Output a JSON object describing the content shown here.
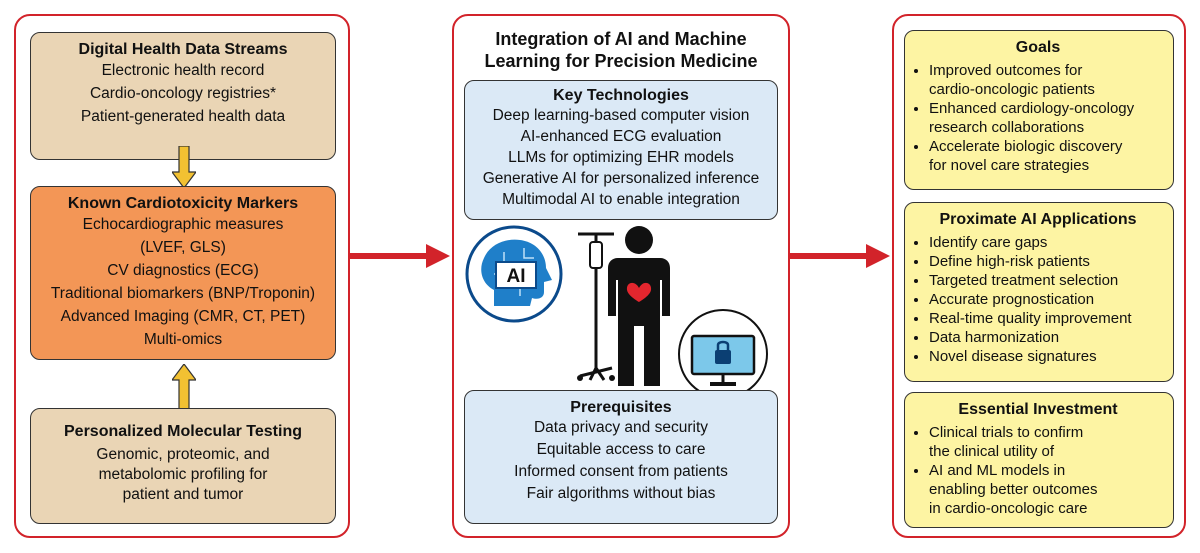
{
  "left": {
    "data_streams": {
      "title": "Digital Health Data Streams",
      "items": [
        "Electronic health record",
        "Cardio-oncology registries*",
        "Patient-generated health data"
      ]
    },
    "markers": {
      "title": "Known Cardiotoxicity Markers",
      "items": [
        "Echocardiographic measures",
        "(LVEF, GLS)",
        "CV diagnostics (ECG)",
        "Traditional biomarkers (BNP/Troponin)",
        "Advanced Imaging (CMR, CT, PET)",
        "Multi-omics"
      ]
    },
    "molecular": {
      "title": "Personalized Molecular Testing",
      "items": [
        "Genomic, proteomic, and",
        "metabolomic profiling for",
        "patient and tumor"
      ]
    }
  },
  "center": {
    "title_line1": "Integration of AI and Machine",
    "title_line2": "Learning for Precision Medicine",
    "technologies": {
      "title": "Key Technologies",
      "items": [
        "Deep learning-based computer vision",
        "AI-enhanced ECG evaluation",
        "LLMs for optimizing EHR models",
        "Generative AI for personalized inference",
        "Multimodal AI to enable integration"
      ]
    },
    "ai_badge": "AI",
    "prerequisites": {
      "title": "Prerequisites",
      "items": [
        "Data privacy and security",
        "Equitable access to care",
        "Informed consent from patients",
        "Fair algorithms without bias"
      ]
    }
  },
  "right": {
    "goals": {
      "title": "Goals",
      "items": [
        {
          "text": "Improved outcomes for",
          "bullet": true
        },
        {
          "text": "cardio-oncologic patients",
          "bullet": false
        },
        {
          "text": "Enhanced cardiology-oncology",
          "bullet": true
        },
        {
          "text": "research collaborations",
          "bullet": false
        },
        {
          "text": "Accelerate biologic discovery",
          "bullet": true
        },
        {
          "text": "for novel care strategies",
          "bullet": false
        }
      ]
    },
    "applications": {
      "title": "Proximate AI Applications",
      "items": [
        {
          "text": "Identify care gaps",
          "bullet": true
        },
        {
          "text": "Define high-risk patients",
          "bullet": true
        },
        {
          "text": "Targeted treatment selection",
          "bullet": true
        },
        {
          "text": "Accurate prognostication",
          "bullet": true
        },
        {
          "text": "Real-time quality improvement",
          "bullet": true
        },
        {
          "text": "Data harmonization",
          "bullet": true
        },
        {
          "text": "Novel disease signatures",
          "bullet": true
        }
      ]
    },
    "investment": {
      "title": "Essential Investment",
      "items": [
        {
          "text": "Clinical trials to confirm",
          "bullet": true
        },
        {
          "text": "the clinical utility of",
          "bullet": false
        },
        {
          "text": "AI and ML models in",
          "bullet": true
        },
        {
          "text": "enabling better outcomes",
          "bullet": false
        },
        {
          "text": "in cardio-oncologic care",
          "bullet": false
        }
      ]
    }
  },
  "colors": {
    "accent_red": "#d2232a",
    "tan": "#ead5b5",
    "orange": "#f39656",
    "blue": "#dbe9f6",
    "yellow": "#fdf4a3",
    "arrow_gold": "#f2c132"
  }
}
